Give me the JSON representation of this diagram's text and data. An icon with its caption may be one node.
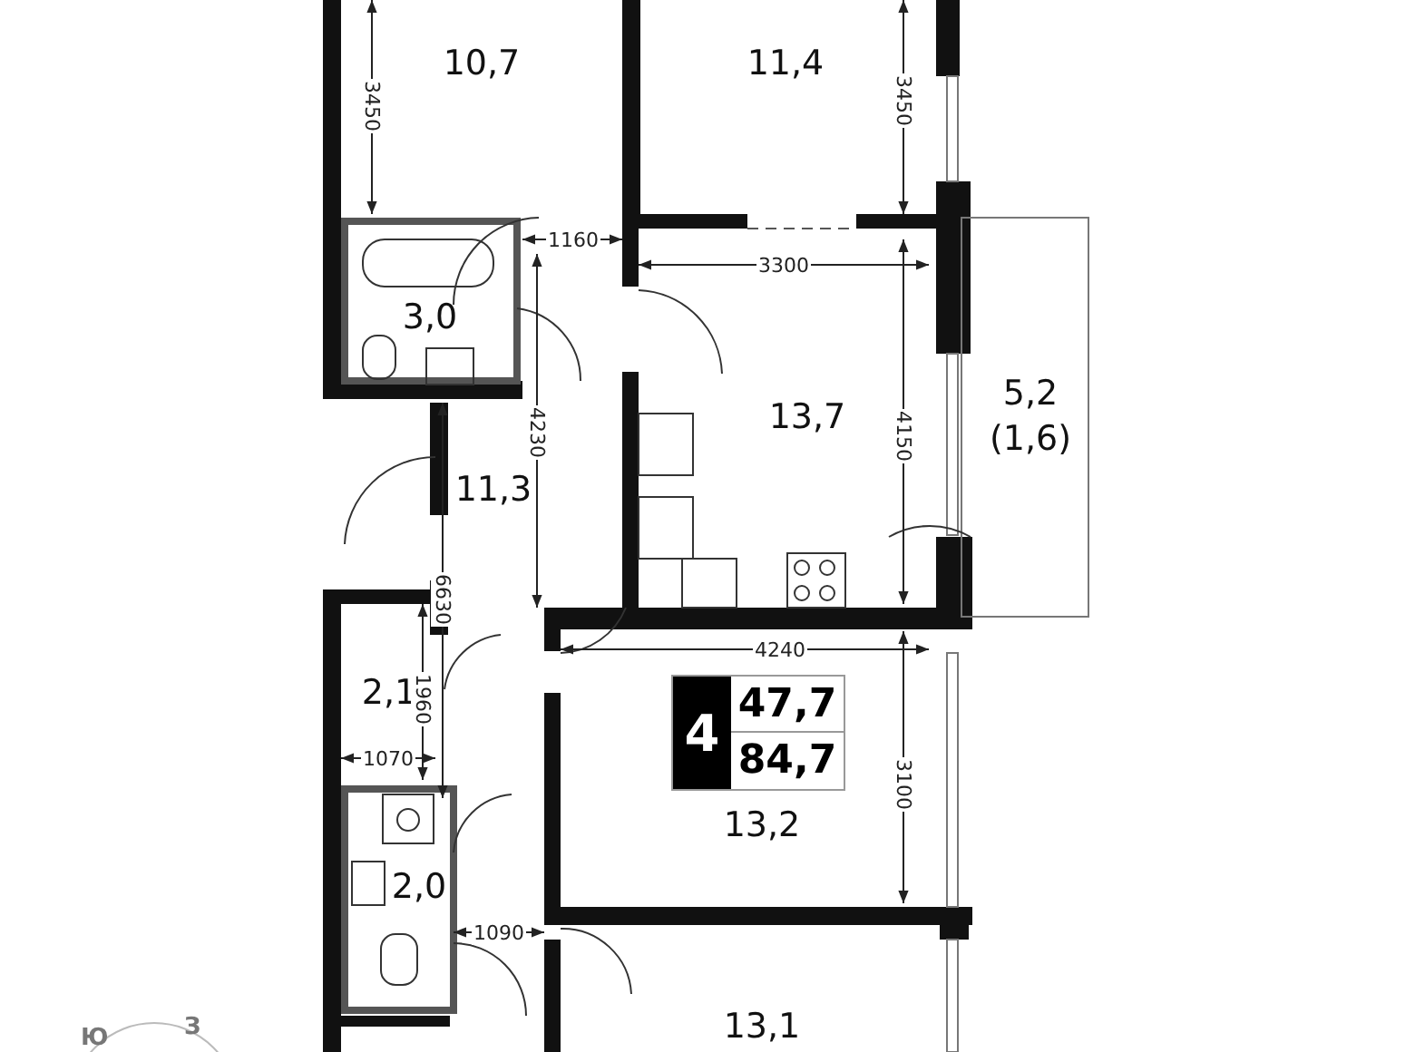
{
  "diagram": {
    "nodes": [
      {
        "text": [
          "10,7"
        ]
      },
      {
        "text": [
          "11,4"
        ]
      },
      {
        "text": [
          "3,0"
        ]
      },
      {
        "text": [
          "13,7"
        ]
      },
      {
        "text": [
          "5,2",
          "(1,6)"
        ]
      },
      {
        "text": [
          "11,3"
        ]
      },
      {
        "text": [
          "2,1"
        ]
      },
      {
        "text": [
          "4",
          "47,7",
          "84,7"
        ]
      },
      {
        "text": [
          "13,2"
        ]
      },
      {
        "text": [
          "2,0"
        ]
      },
      {
        "text": [
          "13,1"
        ]
      }
    ],
    "edges": [],
    "labels": [
      "3450",
      "3450",
      "1160",
      "3300",
      "4230",
      "4150",
      "6630",
      "4240",
      "1960",
      "1070",
      "3100",
      "1090",
      "Ю",
      "З"
    ]
  }
}
